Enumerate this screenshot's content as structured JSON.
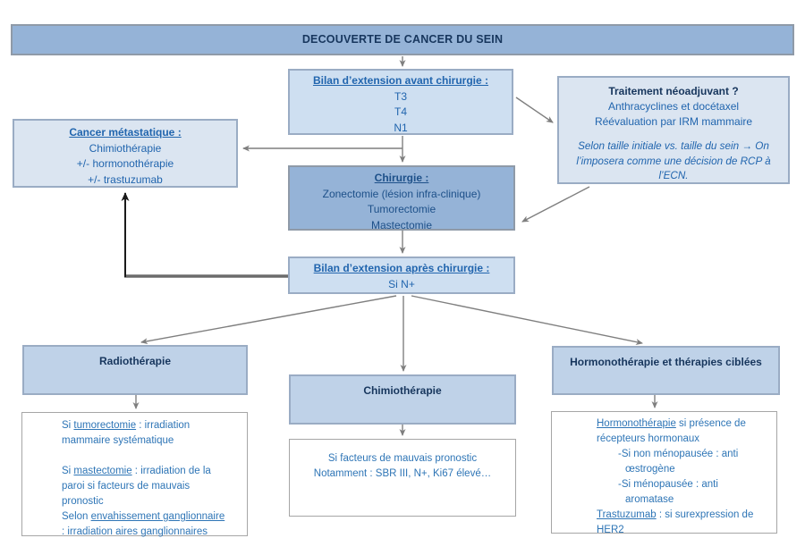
{
  "colors": {
    "medium_fill": "#95B3D7",
    "light_fill": "#CEDFF1",
    "lighter_fill": "#DBE5F1",
    "header_fill": "#BFD2E8",
    "heading_text": "#17365D",
    "body_text": "#2165AE",
    "detail_text": "#2E75B6",
    "arrow_gray": "#7F7F7F",
    "arrow_black": "#1A1A1A",
    "box_border": "#9AAcC4",
    "detail_border": "#A6A6A6"
  },
  "nodes": {
    "title_bar": {
      "label": "DECOUVERTE DE CANCER DU SEIN"
    },
    "bilan_avant": {
      "title": "Bilan d’extension avant chirurgie :",
      "lines": [
        "T3",
        "T4",
        "N1"
      ]
    },
    "traitement_neoadjuvant": {
      "title": "Traitement néoadjuvant ?",
      "lines": [
        "Anthracyclines et docétaxel",
        "Réévaluation par IRM mammaire"
      ],
      "note": "Selon taille initiale vs. taille du sein → On l’imposera comme une décision de RCP à l’ECN."
    },
    "cancer_metastatique": {
      "title": "Cancer métastatique :",
      "lines": [
        "Chimiothérapie",
        "+/- hormonothérapie",
        "+/- trastuzumab"
      ]
    },
    "chirurgie": {
      "title": "Chirurgie :",
      "lines": [
        "Zonectomie (lésion infra-clinique)",
        "Tumorectomie",
        "Mastectomie"
      ]
    },
    "bilan_apres": {
      "title": "Bilan d’extension après chirurgie :",
      "lines": [
        "Si N+"
      ]
    },
    "radiotherapie": {
      "header": "Radiothérapie",
      "detail": [
        {
          "segments": [
            {
              "t": "Si "
            },
            {
              "t": "tumorectomie",
              "u": true
            },
            {
              "t": " : irradiation"
            }
          ]
        },
        {
          "segments": [
            {
              "t": "mammaire systématique"
            }
          ]
        },
        {
          "segments": []
        },
        {
          "segments": [
            {
              "t": "Si "
            },
            {
              "t": "mastectomie",
              "u": true
            },
            {
              "t": " : irradiation de la"
            }
          ]
        },
        {
          "segments": [
            {
              "t": "paroi si facteurs de mauvais"
            }
          ]
        },
        {
          "segments": [
            {
              "t": "pronostic"
            }
          ]
        },
        {
          "segments": [
            {
              "t": "Selon "
            },
            {
              "t": "envahissement ganglionnaire",
              "u": true
            }
          ]
        },
        {
          "segments": [
            {
              "t": ": irradiation aires ganglionnaires"
            }
          ]
        }
      ]
    },
    "chimiotherapie": {
      "header": "Chimiothérapie",
      "detail": [
        {
          "segments": [
            {
              "t": "Si facteurs de mauvais pronostic"
            }
          ]
        },
        {
          "segments": [
            {
              "t": "Notamment : SBR III, N+, Ki67 élevé…"
            }
          ]
        }
      ]
    },
    "hormonotherapie": {
      "header": "Hormonothérapie et thérapies ciblées",
      "detail": [
        {
          "segments": [
            {
              "t": "Hormonothérapie",
              "u": true
            },
            {
              "t": " si présence de"
            }
          ]
        },
        {
          "segments": [
            {
              "t": "récepteurs hormonaux"
            }
          ]
        },
        {
          "indent": 1,
          "segments": [
            {
              "t": "-Si non ménopausée : anti"
            }
          ]
        },
        {
          "indent": 2,
          "segments": [
            {
              "t": "œstrogène"
            }
          ]
        },
        {
          "indent": 1,
          "segments": [
            {
              "t": "-Si ménopausée : anti"
            }
          ]
        },
        {
          "indent": 2,
          "segments": [
            {
              "t": "aromatase"
            }
          ]
        },
        {
          "segments": [
            {
              "t": "Trastuzumab",
              "u": true
            },
            {
              "t": " : si surexpression de"
            }
          ]
        },
        {
          "segments": [
            {
              "t": "HER2"
            }
          ]
        }
      ]
    }
  }
}
